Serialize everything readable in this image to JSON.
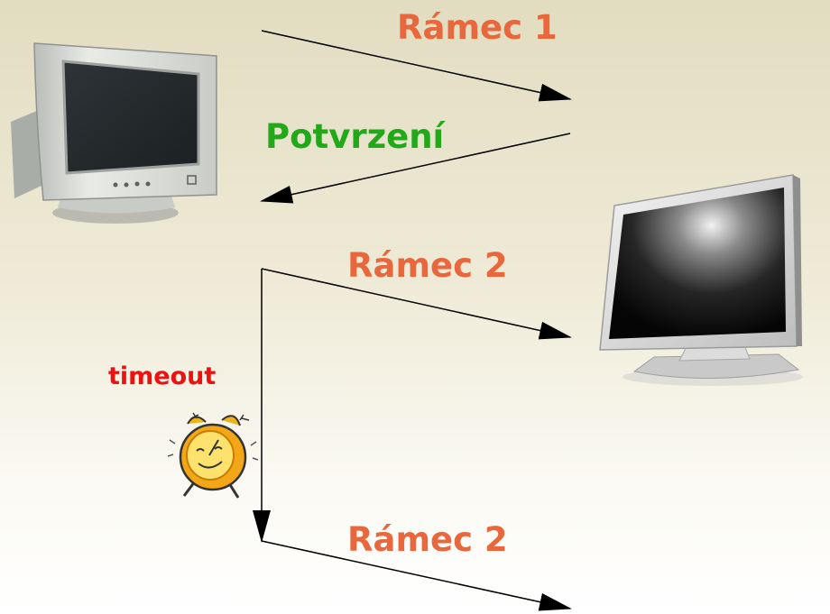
{
  "labels": {
    "frame1": "Rámec 1",
    "ack": "Potvrzení",
    "frame2": "Rámec 2",
    "frame2_retransmit": "Rámec 2",
    "timeout": "timeout"
  },
  "colors": {
    "frame": "#e8673c",
    "ack": "#22a91a",
    "timeout": "#ee1111"
  },
  "icons": {
    "sender": "crt-monitor-icon",
    "receiver": "lcd-monitor-icon",
    "timer": "alarm-clock-icon"
  }
}
